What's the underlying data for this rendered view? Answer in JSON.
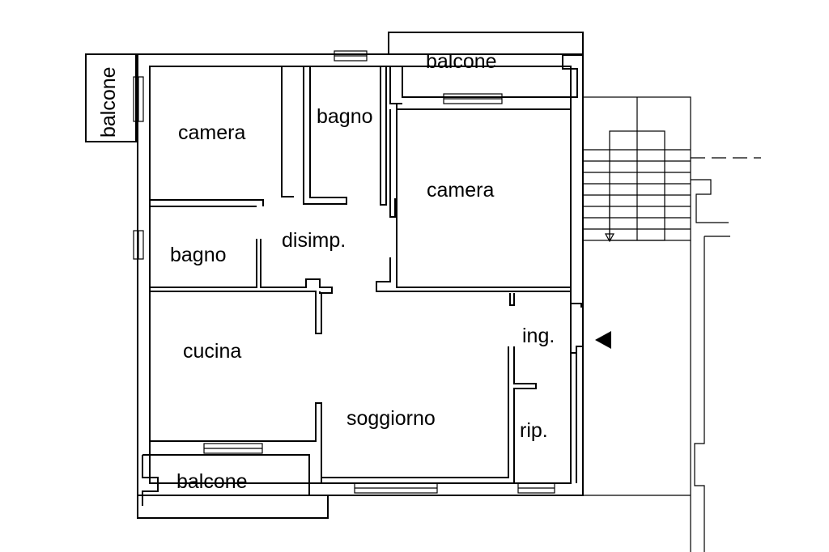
{
  "floorplan": {
    "rooms": {
      "balcone_left": "balcone",
      "balcone_top": "balcone",
      "balcone_bottom": "balcone",
      "camera_left": "camera",
      "camera_right": "camera",
      "bagno_top": "bagno",
      "bagno_left": "bagno",
      "disimpegno": "disimp.",
      "cucina": "cucina",
      "soggiorno": "soggiorno",
      "ingresso": "ing.",
      "ripostiglio": "rip."
    }
  }
}
